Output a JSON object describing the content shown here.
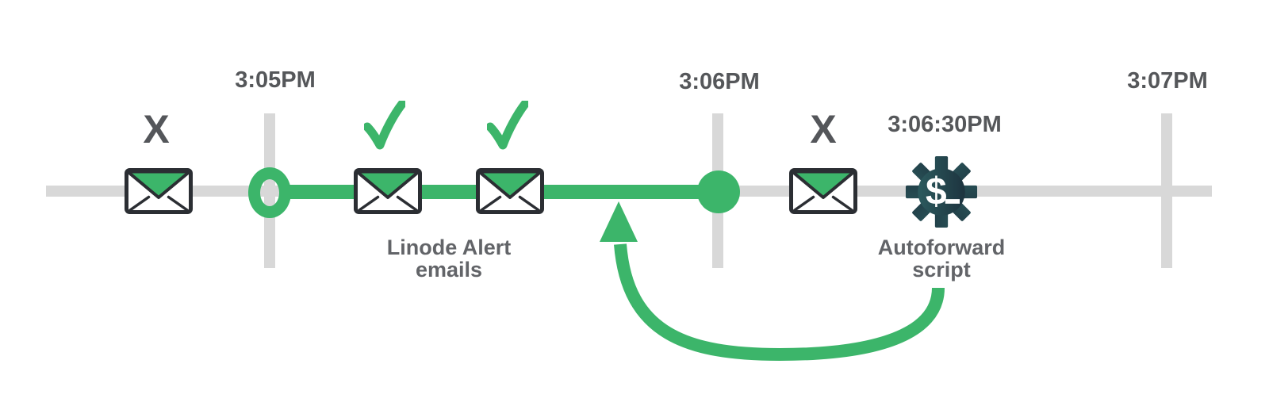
{
  "colors": {
    "green": "#3cb56a",
    "track_gray": "#d8d8d8",
    "time_text": "#55575a",
    "label_text": "#626468",
    "envelope_outline": "#2b2e33",
    "gear_gradient_start": "#2f6365",
    "gear_gradient_end": "#1a2b38"
  },
  "timeline": {
    "ticks": [
      {
        "label": "3:05PM"
      },
      {
        "label": "3:06PM"
      },
      {
        "label": "3:07PM"
      }
    ],
    "sub_event_time": "3:06:30PM"
  },
  "markers": {
    "fail": "X",
    "gear_prompt_dollar": "$"
  },
  "labels": {
    "alert_group_line1": "Linode Alert",
    "alert_group_line2": "emails",
    "script_group_line1": "Autoforward",
    "script_group_line2": "script"
  }
}
